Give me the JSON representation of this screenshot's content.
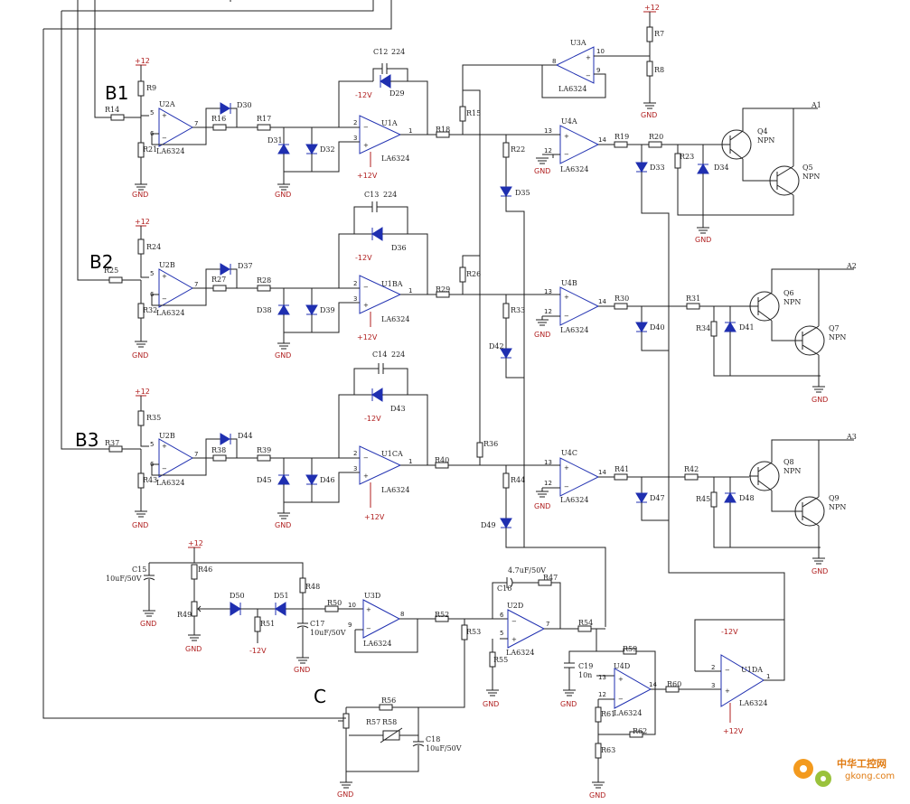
{
  "inputs": {
    "b1": "B1",
    "b2": "B2",
    "b3": "B3",
    "c": "C"
  },
  "outputs": {
    "a1": "A1",
    "a2": "A2",
    "a3": "A3"
  },
  "rails": {
    "pos12": "+12",
    "pos12v": "+12V",
    "neg12v": "-12V",
    "gnd": "GND"
  },
  "opamps": {
    "u2a": {
      "ref": "U2A",
      "part": "LA6324"
    },
    "u1a": {
      "ref": "U1A",
      "part": "LA6324"
    },
    "u4a": {
      "ref": "U4A",
      "part": "LA6324"
    },
    "u3a": {
      "ref": "U3A",
      "part": "LA6324"
    },
    "u2b1": {
      "ref": "U2B",
      "part": "LA6324"
    },
    "u1ba": {
      "ref": "U1BA",
      "part": "LA6324"
    },
    "u4b": {
      "ref": "U4B",
      "part": "LA6324"
    },
    "u2b2": {
      "ref": "U2B",
      "part": "LA6324"
    },
    "u1ca": {
      "ref": "U1CA",
      "part": "LA6324"
    },
    "u4c": {
      "ref": "U4C",
      "part": "LA6324"
    },
    "u3d": {
      "ref": "U3D",
      "part": "LA6324"
    },
    "u2d": {
      "ref": "U2D",
      "part": "LA6324"
    },
    "u4d": {
      "ref": "U4D",
      "part": "LA6324"
    },
    "u1da": {
      "ref": "U1DA",
      "part": "LA6324"
    }
  },
  "capacitors": {
    "c12": {
      "ref": "C12",
      "value": "224"
    },
    "c13": {
      "ref": "C13",
      "value": "224"
    },
    "c14": {
      "ref": "C14",
      "value": "224"
    },
    "c15": {
      "ref": "C15",
      "value": "10uF/50V"
    },
    "c16": {
      "ref": "C16",
      "value": "4.7uF/50V"
    },
    "c17": {
      "ref": "C17",
      "value": "10uF/50V"
    },
    "c18": {
      "ref": "C18",
      "value": "10uF/50V"
    },
    "c19": {
      "ref": "C19",
      "value": "10n"
    }
  },
  "transistors": {
    "q4": {
      "ref": "Q4",
      "type": "NPN"
    },
    "q5": {
      "ref": "Q5",
      "type": "NPN"
    },
    "q6": {
      "ref": "Q6",
      "type": "NPN"
    },
    "q7": {
      "ref": "Q7",
      "type": "NPN"
    },
    "q8": {
      "ref": "Q8",
      "type": "NPN"
    },
    "q9": {
      "ref": "Q9",
      "type": "NPN"
    }
  },
  "resistors": [
    "R7",
    "R8",
    "R9",
    "R14",
    "R15",
    "R16",
    "R17",
    "R18",
    "R19",
    "R20",
    "R21",
    "R22",
    "R23",
    "R24",
    "R25",
    "R26",
    "R27",
    "R28",
    "R29",
    "R30",
    "R31",
    "R32",
    "R33",
    "R34",
    "R35",
    "R36",
    "R37",
    "R38",
    "R39",
    "R40",
    "R41",
    "R42",
    "R43",
    "R44",
    "R45",
    "R46",
    "R47",
    "R48",
    "R49",
    "R50",
    "R51",
    "R52",
    "R53",
    "R54",
    "R55",
    "R56",
    "R57",
    "R58",
    "R59",
    "R60",
    "R61",
    "R62",
    "R63"
  ],
  "diodes": [
    "D29",
    "D30",
    "D31",
    "D32",
    "D33",
    "D34",
    "D35",
    "D36",
    "D37",
    "D38",
    "D39",
    "D40",
    "D41",
    "D42",
    "D43",
    "D44",
    "D45",
    "D46",
    "D47",
    "D48",
    "D49",
    "D50",
    "D51"
  ],
  "watermark": {
    "cn": "中华工控网",
    "url": "gkong.com"
  }
}
